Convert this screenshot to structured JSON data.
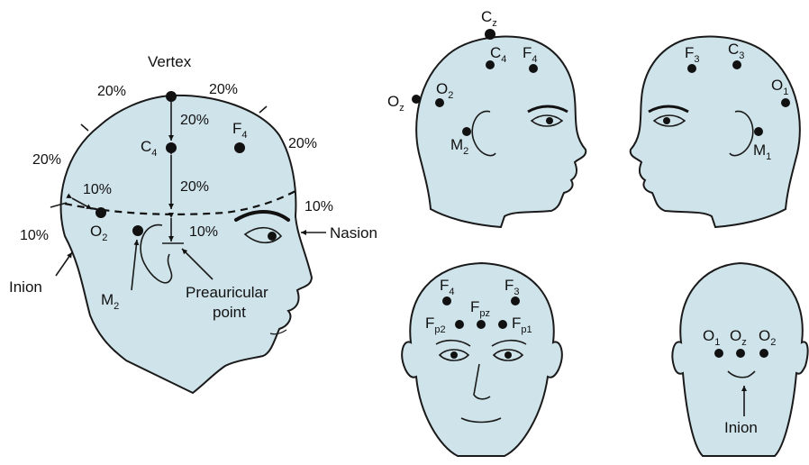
{
  "side_view": {
    "vertex": "Vertex",
    "nasion": "Nasion",
    "inion": "Inion",
    "preauricular": [
      "Preauricular",
      "point"
    ],
    "percents": {
      "top_left": "20%",
      "top_right": "20%",
      "upper_left": "20%",
      "right_mid": "20%",
      "vertex_c4": "20%",
      "c4_line": "20%",
      "line_ear": "10%",
      "o2_offset": "10%",
      "left_low": "10%",
      "right_line": "10%"
    },
    "electrodes": {
      "c4": [
        "C",
        "4"
      ],
      "f4": [
        "F",
        "4"
      ],
      "o2": [
        "O",
        "2"
      ],
      "m2": [
        "M",
        "2"
      ]
    }
  },
  "right_profile": {
    "cz": [
      "C",
      "z"
    ],
    "c4": [
      "C",
      "4"
    ],
    "f4": [
      "F",
      "4"
    ],
    "oz": [
      "O",
      "z"
    ],
    "o2": [
      "O",
      "2"
    ],
    "m2": [
      "M",
      "2"
    ]
  },
  "left_profile": {
    "f3": [
      "F",
      "3"
    ],
    "c3": [
      "C",
      "3"
    ],
    "o1": [
      "O",
      "1"
    ],
    "m1": [
      "M",
      "1"
    ]
  },
  "front_view": {
    "f4": [
      "F",
      "4"
    ],
    "f3": [
      "F",
      "3"
    ],
    "fpz": [
      "F",
      "pz"
    ],
    "fp2": [
      "F",
      "p2"
    ],
    "fp1": [
      "F",
      "p1"
    ]
  },
  "back_view": {
    "o1": [
      "O",
      "1"
    ],
    "oz": [
      "O",
      "z"
    ],
    "o2": [
      "O",
      "2"
    ],
    "inion": "Inion"
  },
  "colors": {
    "skin": "#cfe3ea",
    "ink": "#111111"
  }
}
